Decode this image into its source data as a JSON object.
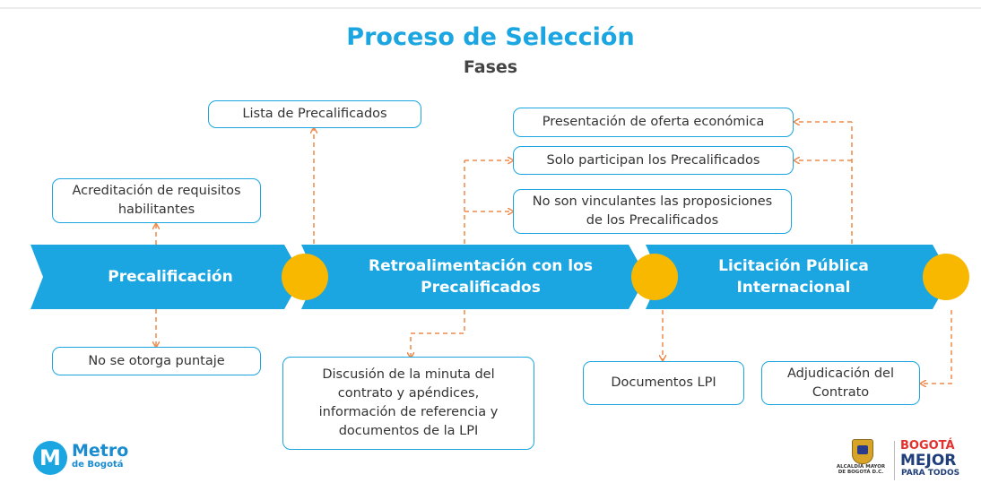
{
  "title": "Proceso de Selección",
  "subtitle": "Fases",
  "colors": {
    "accent": "#1ba6e1",
    "node": "#f9b800",
    "connector": "#ef8a4a",
    "text": "#333333"
  },
  "stages": [
    {
      "label": "Precalificación"
    },
    {
      "label": "Retroalimentación con los Precalificados"
    },
    {
      "label": "Licitación Pública Internacional"
    }
  ],
  "boxes": {
    "lista": "Lista de Precalificados",
    "acreditacion": "Acreditación de requisitos habilitantes",
    "no_puntaje": "No se otorga puntaje",
    "discusion": "Discusión de la minuta del contrato y apéndices, información de referencia y documentos de la LPI",
    "presentacion": "Presentación de oferta económica",
    "solo_participan": "Solo participan los Precalificados",
    "no_vinculantes": "No son vinculantes las proposiciones de los Precalificados",
    "documentos_lpi": "Documentos LPI",
    "adjudicacion": "Adjudicación del Contrato"
  },
  "logos": {
    "metro_letter": "M",
    "metro_name": "Metro",
    "metro_sub": "de Bogotá",
    "alcaldia": "ALCALDÍA MAYOR DE BOGOTÁ D.C.",
    "bogota_top": "BOGOTÁ",
    "bogota_mid": "MEJOR",
    "bogota_bottom": "PARA TODOS"
  }
}
